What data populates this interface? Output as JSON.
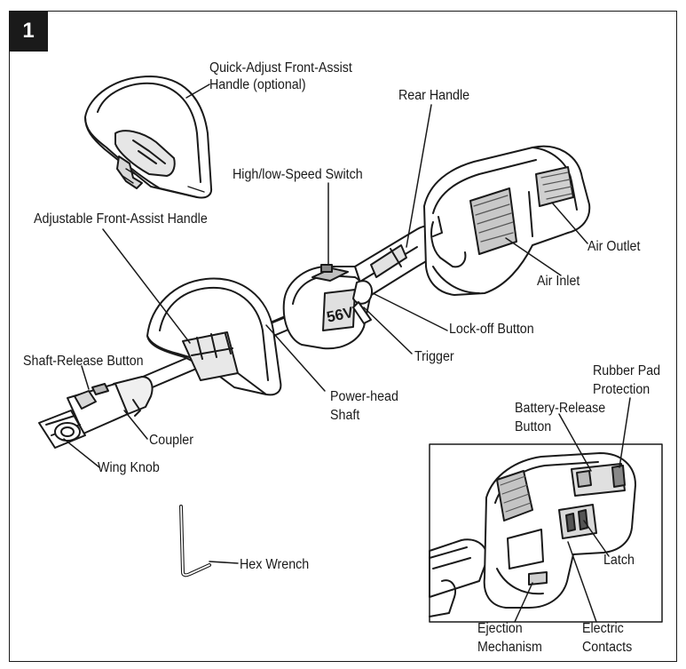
{
  "figure_number": "1",
  "labels": {
    "quick_adjust_handle_l1": "Quick-Adjust Front-Assist",
    "quick_adjust_handle_l2": "Handle (optional)",
    "rear_handle": "Rear Handle",
    "speed_switch": "High/low-Speed Switch",
    "adjustable_handle": "Adjustable Front-Assist Handle",
    "air_outlet": "Air Outlet",
    "air_inlet": "Air Inlet",
    "lockoff_button": "Lock-off Button",
    "trigger": "Trigger",
    "shaft_release": "Shaft-Release Button",
    "powerhead_l1": "Power-head",
    "powerhead_l2": "Shaft",
    "coupler": "Coupler",
    "wing_knob": "Wing Knob",
    "rubber_pad_l1": "Rubber Pad",
    "rubber_pad_l2": "Protection",
    "battery_release_l1": "Battery-Release",
    "battery_release_l2": "Button",
    "hex_wrench": "Hex Wrench",
    "latch": "Latch",
    "ejection_l1": "Ejection",
    "ejection_l2": "Mechanism",
    "electric_l1": "Electric",
    "electric_l2": "Contacts"
  },
  "motor_badge": "56V"
}
